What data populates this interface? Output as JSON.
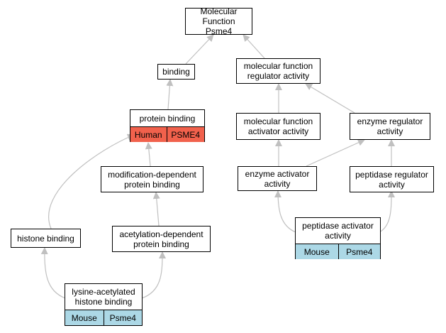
{
  "colors": {
    "edge": "#c0c0c0",
    "human_cell": "#f1614c",
    "mouse_cell": "#acd8e6"
  },
  "nodes": {
    "root": "Molecular Function\nPsme4",
    "binding": "binding",
    "mf_regulator": "molecular function\nregulator activity",
    "protein_binding": "protein binding",
    "protein_binding_species": "Human",
    "protein_binding_gene": "PSME4",
    "mf_activator": "molecular function\nactivator activity",
    "enzyme_regulator": "enzyme regulator\nactivity",
    "mod_dependent": "modification-dependent\nprotein binding",
    "enzyme_activator": "enzyme activator\nactivity",
    "peptidase_regulator": "peptidase regulator\nactivity",
    "histone_binding": "histone binding",
    "acetyl_dependent": "acetylation-dependent\nprotein binding",
    "peptidase_activator": "peptidase activator\nactivity",
    "peptidase_activator_species": "Mouse",
    "peptidase_activator_gene": "Psme4",
    "lysine_acetylated": "lysine-acetylated\nhistone binding",
    "lysine_acetylated_species": "Mouse",
    "lysine_acetylated_gene": "Psme4"
  }
}
